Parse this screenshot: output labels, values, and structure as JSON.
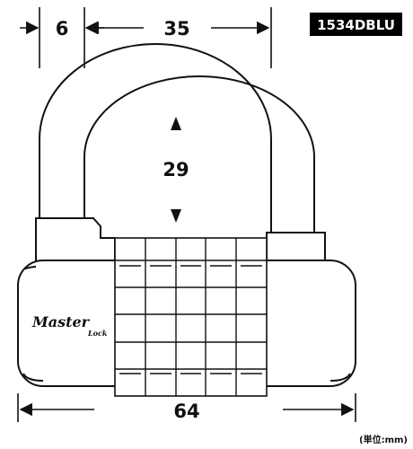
{
  "model_label": "1534DBLU",
  "unit_note": "(単位:mm)",
  "brand": {
    "name": "Master",
    "sub": "Lock"
  },
  "dimensions": {
    "shackle_thickness": "6",
    "shackle_width": "35",
    "shackle_clearance": "29",
    "body_width": "64"
  },
  "colors": {
    "line": "#111111",
    "badge_bg": "#000000",
    "badge_text": "#ffffff"
  }
}
